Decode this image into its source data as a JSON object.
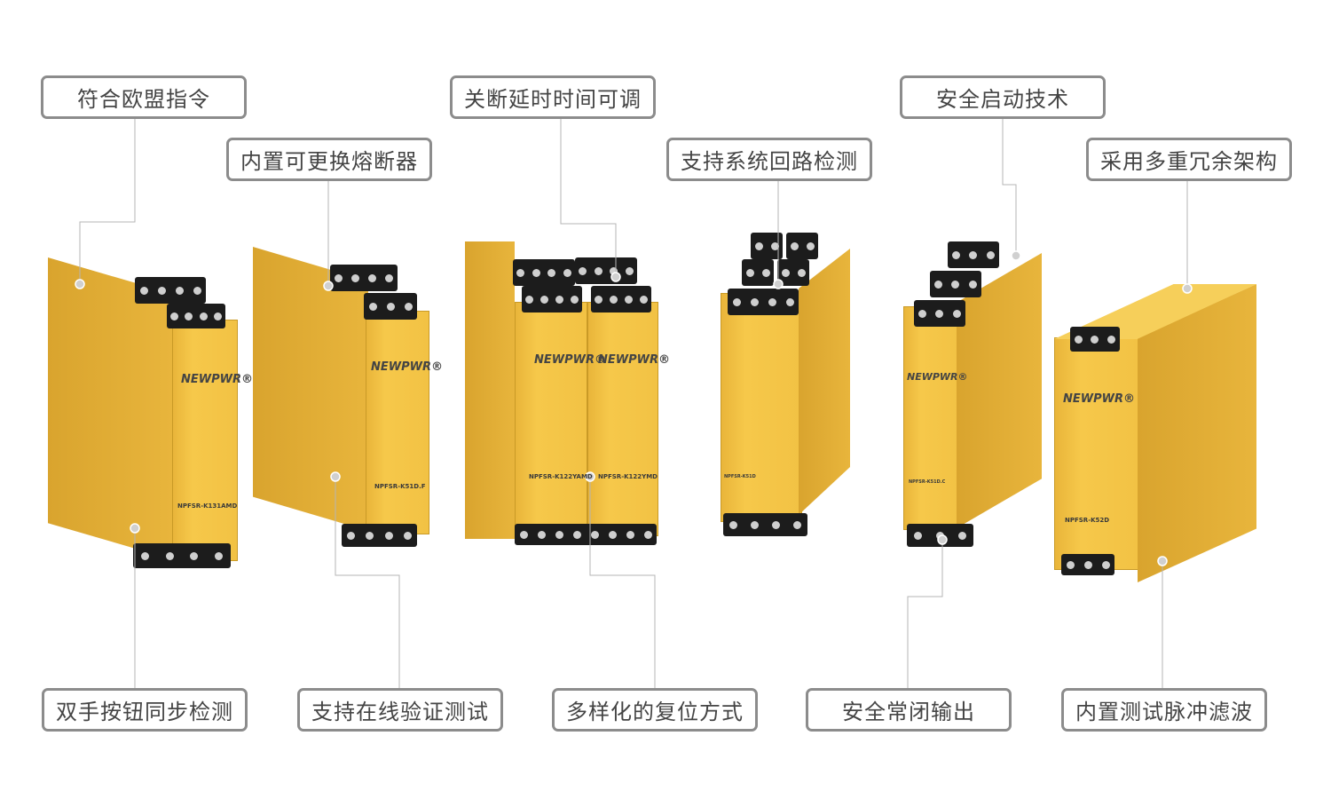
{
  "features_top": [
    {
      "label": "符合欧盟指令"
    },
    {
      "label": "内置可更换熔断器"
    },
    {
      "label": "关断延时时间可调"
    },
    {
      "label": "支持系统回路检测"
    },
    {
      "label": "安全启动技术"
    },
    {
      "label": "采用多重冗余架构"
    }
  ],
  "features_bottom": [
    {
      "label": "双手按钮同步检测"
    },
    {
      "label": "支持在线验证测试"
    },
    {
      "label": "多样化的复位方式"
    },
    {
      "label": "安全常闭输出"
    },
    {
      "label": "内置测试脉冲滤波"
    }
  ],
  "brand": "NEWPWR®",
  "products": [
    {
      "model": "NPFSR-K131AMD"
    },
    {
      "model": "NPFSR-K51D.F"
    },
    {
      "model": "NPFSR-K122YAMD"
    },
    {
      "model": "NPFSR-K122YMD"
    },
    {
      "model": "NPFSR-K51D"
    },
    {
      "model": "NPFSR-K51D.C"
    },
    {
      "model": "NPFSR-K52D"
    }
  ],
  "colors": {
    "device_yellow": "#f4c445",
    "border": "#8c8c8c",
    "text": "#444444"
  }
}
